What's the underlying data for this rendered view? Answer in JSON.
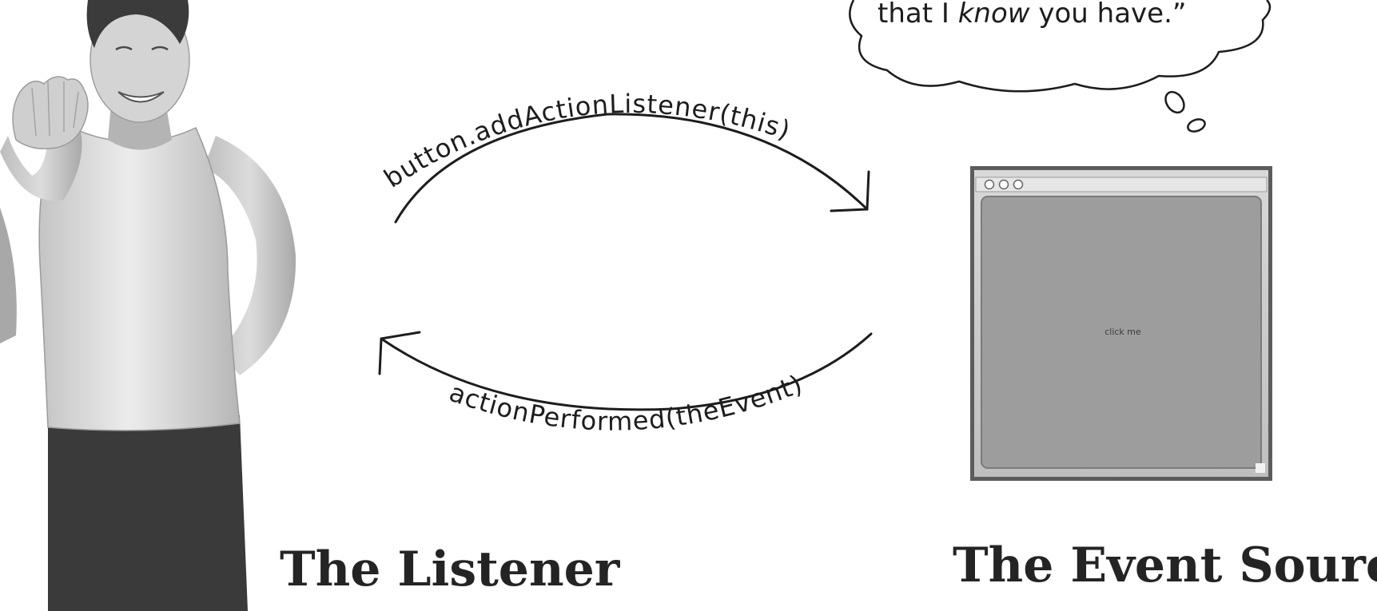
{
  "thought_bubble": {
    "text_before_emphasis": "that I ",
    "text_emphasis": "know",
    "text_after_emphasis": " you have.”"
  },
  "method_calls": {
    "register": "button.addActionListener(this)",
    "callback": "actionPerformed(theEvent)"
  },
  "event_source_window": {
    "button_label": "click me"
  },
  "captions": {
    "listener": "The Listener",
    "event_source": "The Event Source"
  }
}
